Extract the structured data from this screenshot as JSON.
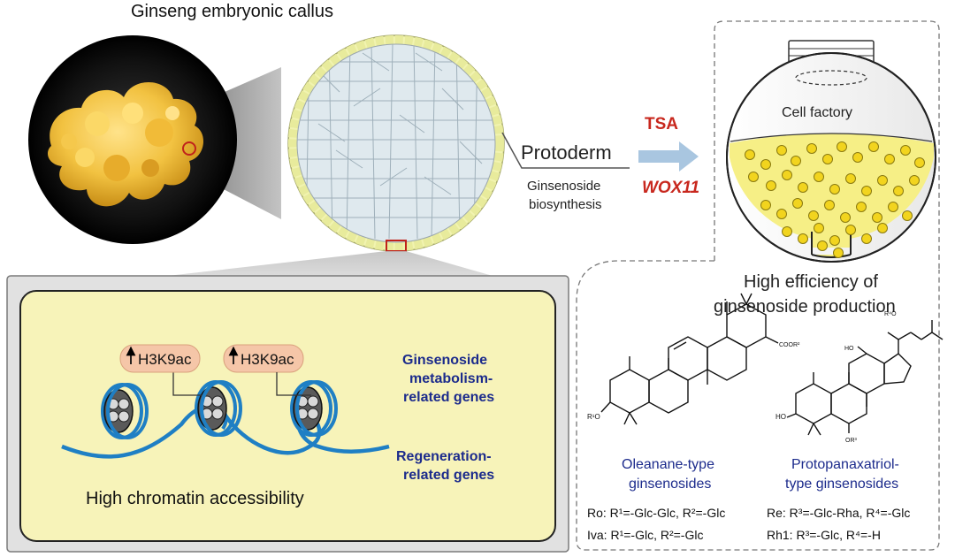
{
  "title": "Ginseng embryonic callus",
  "protoderm": {
    "label": "Protoderm",
    "sub_line1": "Ginsenoside",
    "sub_line2": "biosynthesis"
  },
  "treatment": {
    "tsa": "TSA",
    "wox11": "WOX11",
    "arrow_color": "#a9c6e0",
    "text_color": "#c8281e"
  },
  "factory": {
    "label": "Cell factory"
  },
  "production": {
    "line1": "High efficiency of",
    "line2": "ginsenoside production"
  },
  "chromatin": {
    "mark1": "H3K9ac",
    "mark2": "H3K9ac",
    "genes1_line1": "Ginsenoside",
    "genes1_line2": "metabolism-",
    "genes1_line3": "related genes",
    "genes2_line1": "Regeneration-",
    "genes2_line2": "related genes",
    "accessibility": "High chromatin accessibility",
    "panel_color": "#f7f3b9",
    "dna_color": "#1f7fc4",
    "gene_text_color": "#1c2b8c"
  },
  "oleanane": {
    "r1_label": "R¹O",
    "r2_label": "COOR²",
    "name_line1": "Oleanane-type",
    "name_line2": "ginsenosides",
    "ro": "Ro: R¹=-Glc-Glc, R²=-Glc",
    "iva": "Iva: R¹=-Glc, R²=-Glc"
  },
  "ppt": {
    "r4_label": "R⁴O",
    "ho1_label": "HO",
    "ho2_label": "HO",
    "r3_label": "OR³",
    "name_line1": "Protopanaxatriol-",
    "name_line2": "type ginsenosides",
    "re": "Re: R³=-Glc-Rha, R⁴=-Glc",
    "rh1": "Rh1: R³=-Glc, R⁴=-H"
  }
}
